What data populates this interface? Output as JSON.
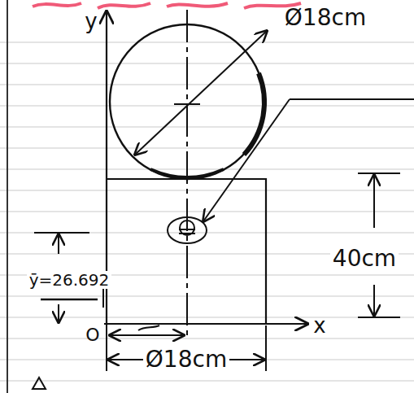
{
  "diagram": {
    "labels": [
      "y",
      "Ø18cm",
      "40cm",
      "ȳ=26.692",
      "O",
      "x",
      "Ø18cm"
    ]
  }
}
